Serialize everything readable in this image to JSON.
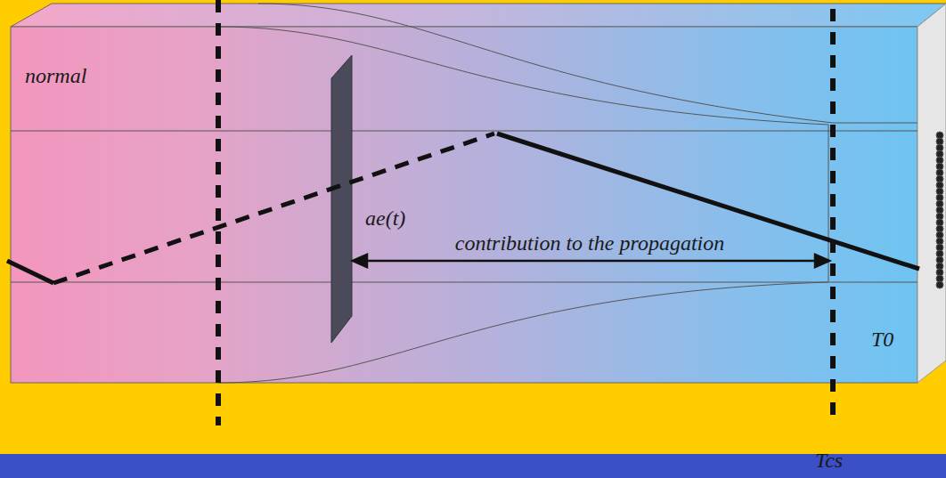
{
  "diagram": {
    "labels": [
      "normal",
      "ae(t)",
      "contribution to the propagation",
      "T0",
      "Tcs"
    ]
  }
}
